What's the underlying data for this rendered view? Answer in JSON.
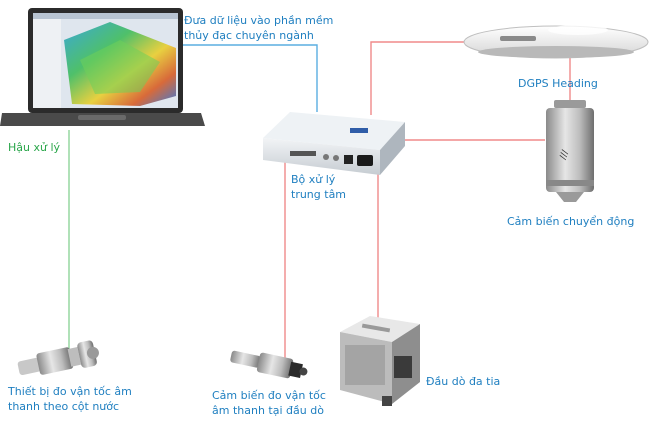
{
  "labels": {
    "data_transfer_line1": "Đưa dữ liệu vào phần mềm",
    "data_transfer_line2": "thủy đạc chuyên ngành",
    "post_processing": "Hậu xử lý",
    "dgps_heading": "DGPS Heading",
    "central_processor_line1": "Bộ xử lý",
    "central_processor_line2": "trung tâm",
    "motion_sensor": "Cảm biến chuyển động",
    "sv_profile_line1": "Thiết bị đo vận tốc âm",
    "sv_profile_line2": "thanh theo cột nước",
    "sv_head_line1": "Cảm biến đo vận tốc",
    "sv_head_line2": "âm thanh tại đầu dò",
    "multibeam_head": "Đầu dò đa tia"
  },
  "colors": {
    "label_blue": "#1f7fc0",
    "label_green": "#2aa64a",
    "link_blue": "#5aaee0",
    "link_green": "#8fd49a",
    "link_red": "#f08a8a"
  }
}
